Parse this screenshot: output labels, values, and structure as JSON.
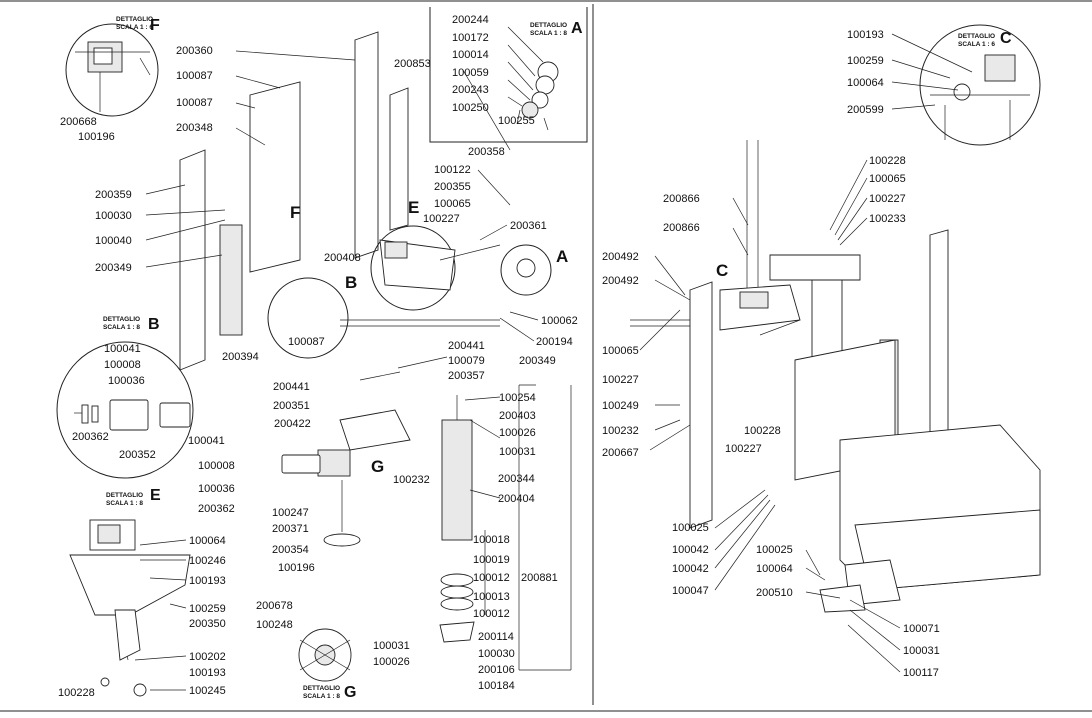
{
  "details": {
    "A": {
      "letter": "A",
      "caption": "DETTAGLIO",
      "scale": "SCALA 1 : 8"
    },
    "B": {
      "letter": "B",
      "caption": "DETTAGLIO",
      "scale": "SCALA 1 : 8"
    },
    "C": {
      "letter": "C",
      "caption": "DETTAGLIO",
      "scale": "SCALA 1 : 6"
    },
    "E": {
      "letter": "E",
      "caption": "DETTAGLIO",
      "scale": "SCALA 1 : 8"
    },
    "F": {
      "letter": "F",
      "caption": "DETTAGLIO",
      "scale": "SCALA 1 : 6"
    },
    "G": {
      "letter": "G",
      "caption": "DETTAGLIO",
      "scale": "SCALA 1 : 8"
    }
  },
  "view_letters": {
    "A": "A",
    "B": "B",
    "C": "C",
    "E": "E",
    "F": "F",
    "G": "G"
  },
  "labels": [
    "200244",
    "100172",
    "100014",
    "100059",
    "200243",
    "100250",
    "100255",
    "200853",
    "200360",
    "100087",
    "100087",
    "200348",
    "200668",
    "100196",
    "200358",
    "100122",
    "200355",
    "100065",
    "100227",
    "200361",
    "200359",
    "100030",
    "100040",
    "200349",
    "200408",
    "100062",
    "200194",
    "100087",
    "200394",
    "100041",
    "100008",
    "100036",
    "200362",
    "200352",
    "200441",
    "100079",
    "200357",
    "200349",
    "200441",
    "200351",
    "200422",
    "100254",
    "200403",
    "100026",
    "100031",
    "100041",
    "100008",
    "100036",
    "200362",
    "100232",
    "200344",
    "200404",
    "100247",
    "200371",
    "200354",
    "100196",
    "100018",
    "100019",
    "100012",
    "100013",
    "100012",
    "200881",
    "200678",
    "100248",
    "100031",
    "100026",
    "200114",
    "100030",
    "200106",
    "100184",
    "100064",
    "100246",
    "100193",
    "100259",
    "200350",
    "100202",
    "100193",
    "100228",
    "100245",
    "100193",
    "100259",
    "100064",
    "200599",
    "100228",
    "100065",
    "100227",
    "100233",
    "200866",
    "200866",
    "200492",
    "200492",
    "100065",
    "100227",
    "100249",
    "100232",
    "200667",
    "100228",
    "100227",
    "100025",
    "100042",
    "100042",
    "100047",
    "100025",
    "100064",
    "200510",
    "100071",
    "100031",
    "100117"
  ]
}
